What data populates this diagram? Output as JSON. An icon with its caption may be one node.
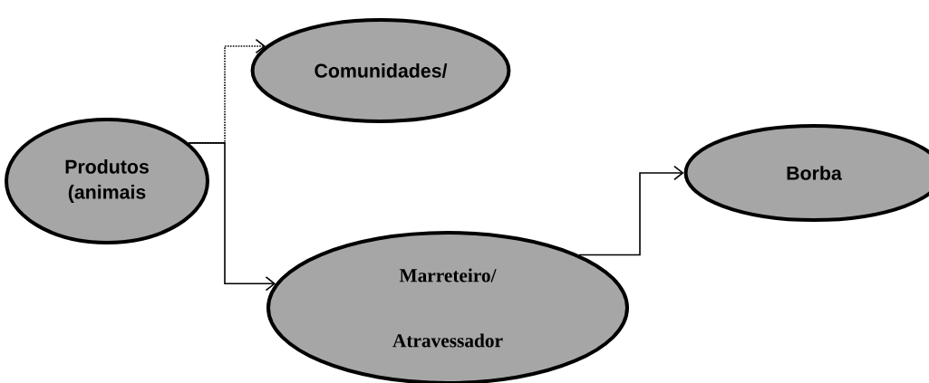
{
  "diagram": {
    "nodes": [
      {
        "text": [
          "Comunidades/"
        ]
      },
      {
        "text": [
          "Produtos (animais"
        ]
      },
      {
        "text": [
          "Borba"
        ]
      },
      {
        "text": [
          "Marreteiro/ Atravessador"
        ]
      }
    ],
    "edges": [
      {
        "from": 1,
        "to": 0,
        "arrow": "to",
        "style": "dashed"
      },
      {
        "from": 1,
        "to": 3,
        "arrow": "to"
      },
      {
        "from": 3,
        "to": 2,
        "arrow": "to"
      }
    ]
  }
}
